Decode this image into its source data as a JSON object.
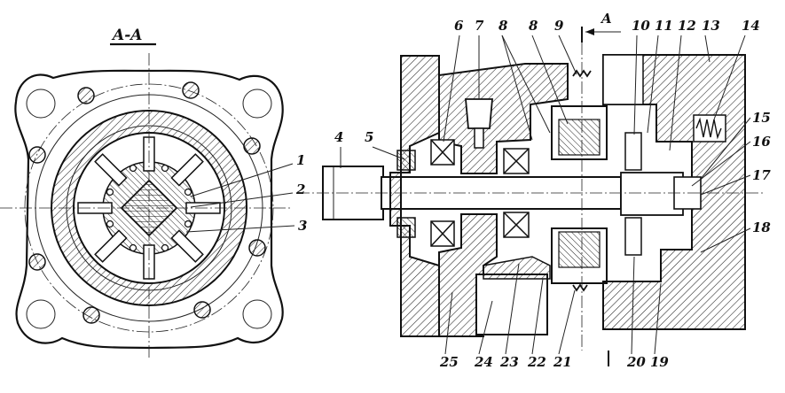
{
  "section_label": "A-A",
  "arrow_label": "A",
  "part_numbers": [
    "1",
    "2",
    "3",
    "4",
    "5",
    "6",
    "7",
    "8",
    "8",
    "9",
    "10",
    "11",
    "12",
    "13",
    "14",
    "15",
    "16",
    "17",
    "18",
    "19",
    "20",
    "21",
    "22",
    "23",
    "24",
    "25"
  ],
  "colors": {
    "ink": "#111111",
    "hatch": "#222222",
    "paper": "#ffffff"
  }
}
